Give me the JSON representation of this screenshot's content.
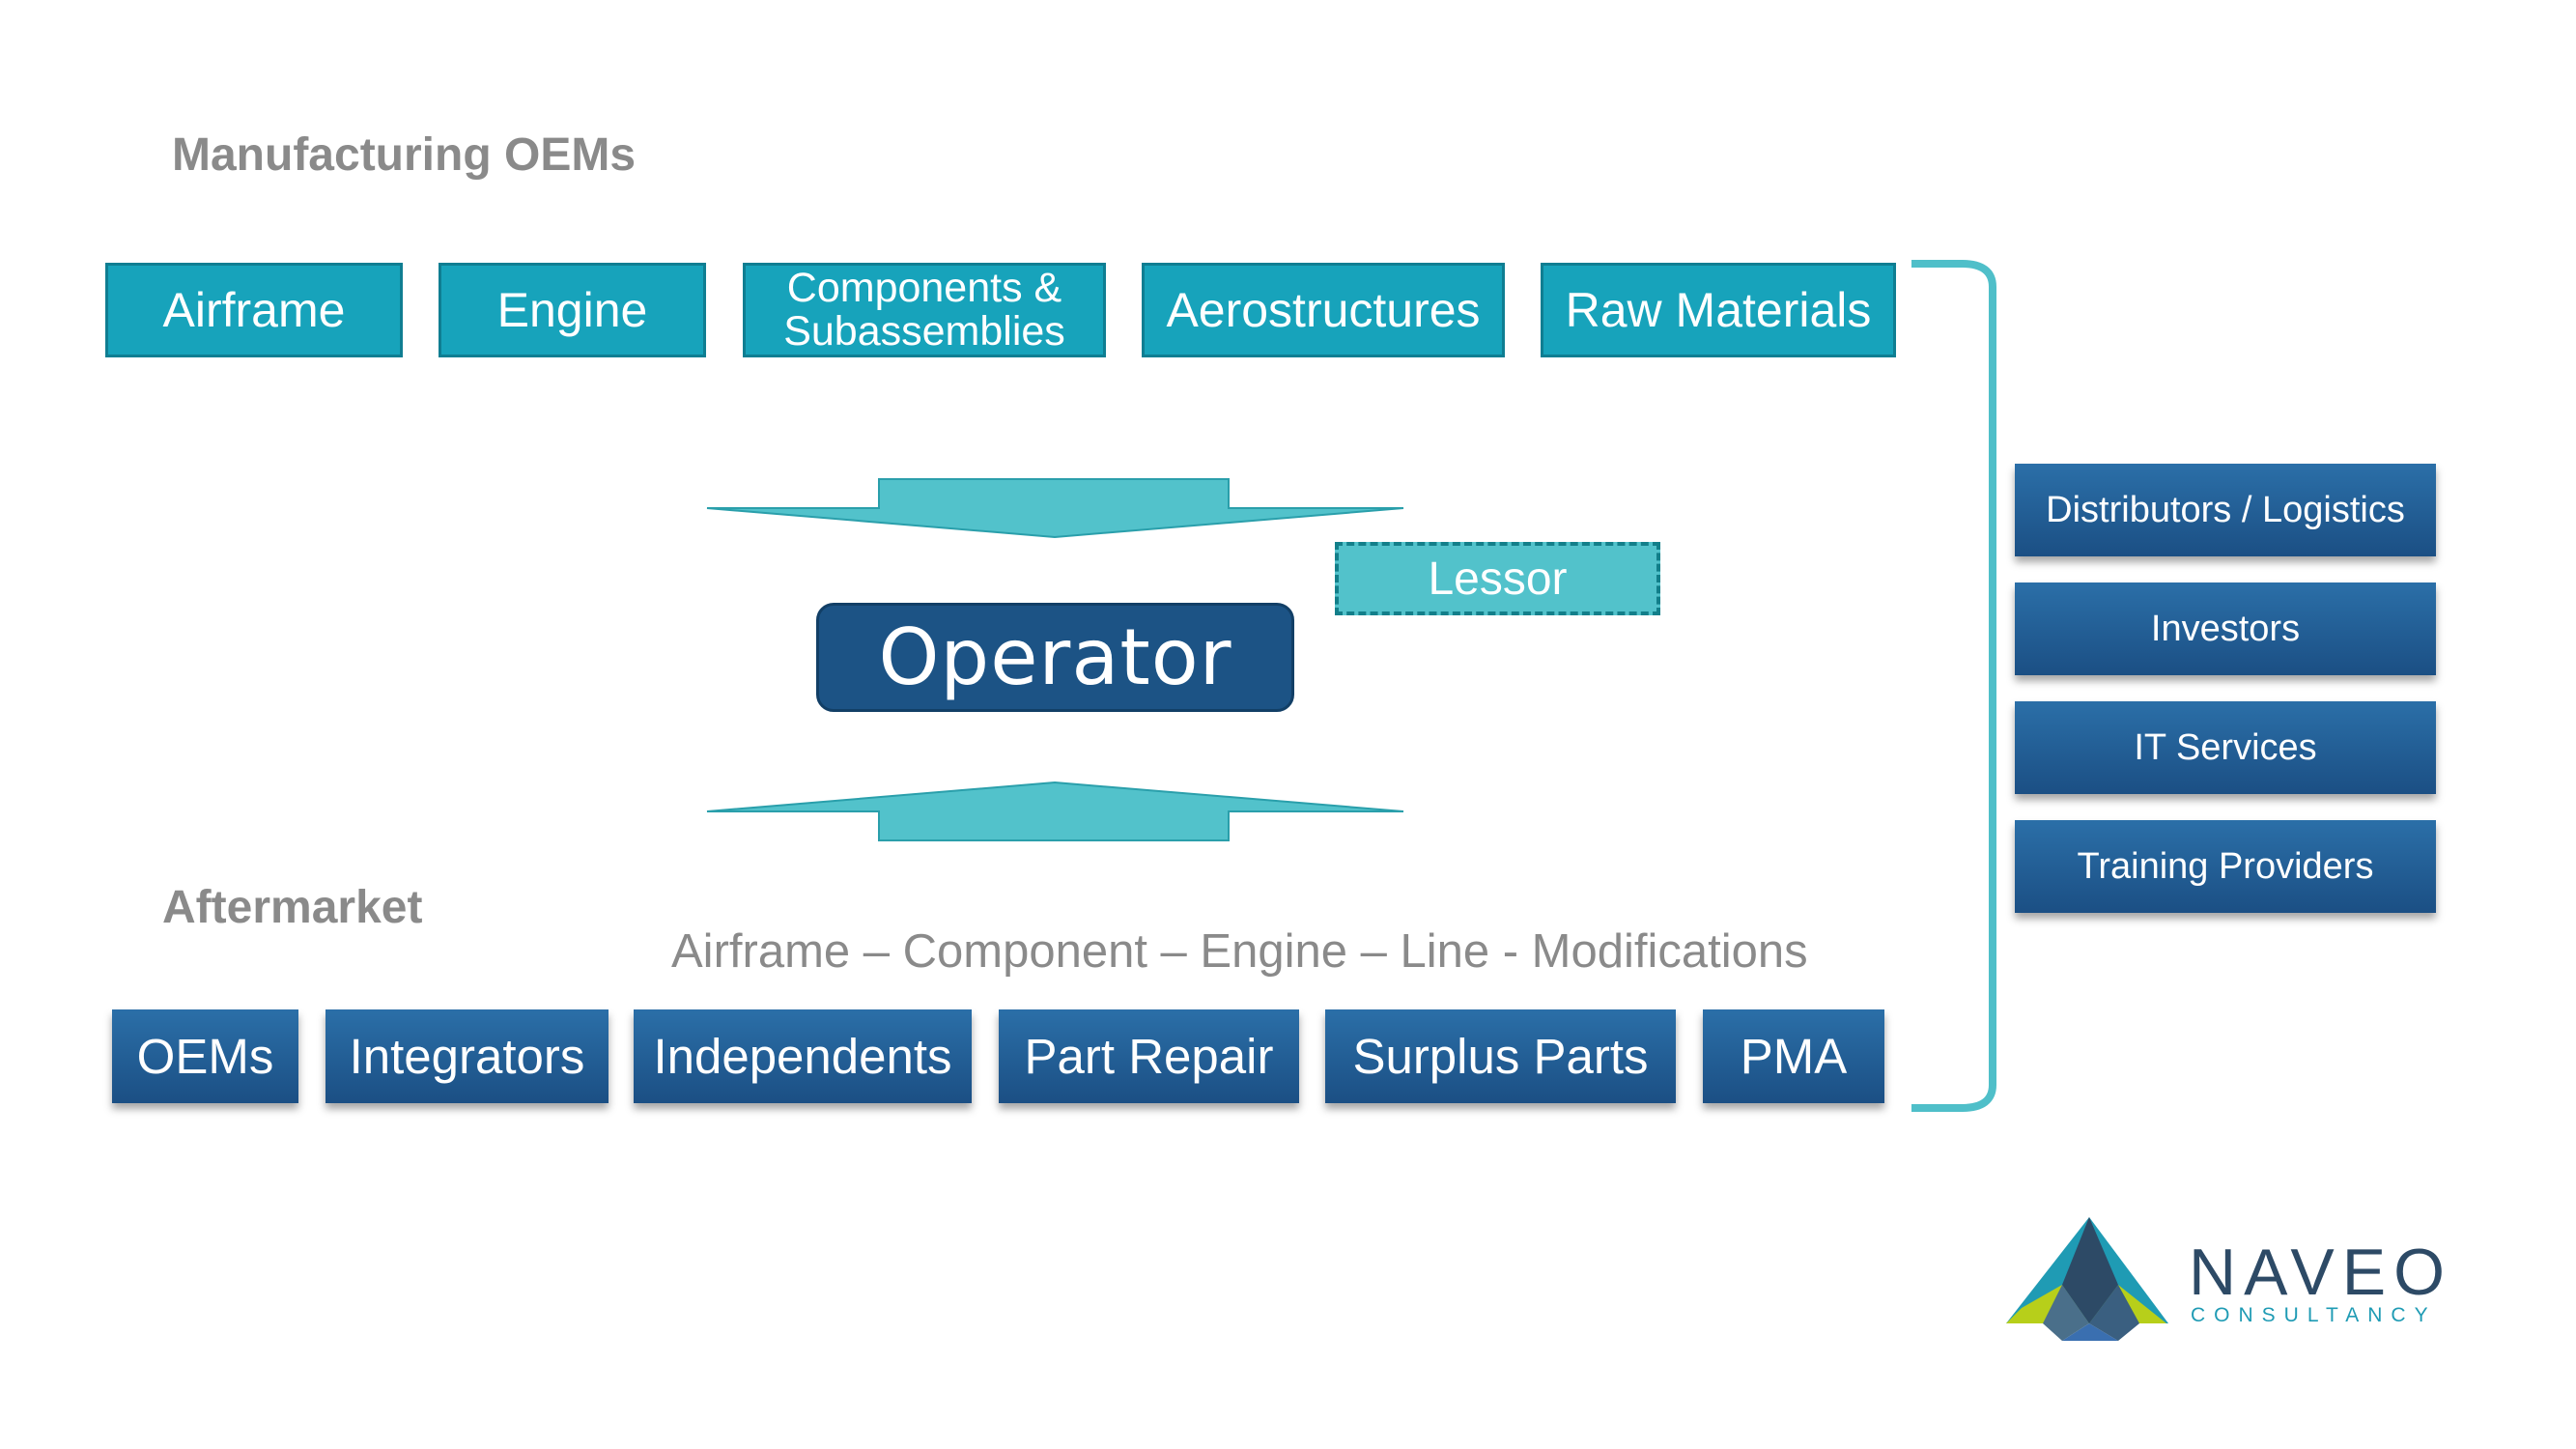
{
  "manufacturing": {
    "heading": "Manufacturing OEMs",
    "boxes": [
      "Airframe",
      "Engine",
      "Components & Subassemblies",
      "Aerostructures",
      "Raw Materials"
    ]
  },
  "center": {
    "operator": "Operator",
    "lessor": "Lessor"
  },
  "aftermarket": {
    "heading": "Aftermarket",
    "subtitle": "Airframe – Component – Engine – Line - Modifications",
    "boxes": [
      "OEMs",
      "Integrators",
      "Independents",
      "Part Repair",
      "Surplus Parts",
      "PMA"
    ]
  },
  "side_services": [
    "Distributors / Logistics",
    "Investors",
    "IT Services",
    "Training Providers"
  ],
  "logo": {
    "name": "NAVEO",
    "tagline": "CONSULTANCY"
  },
  "colors": {
    "teal": "#17a3bb",
    "light_teal": "#52c2cb",
    "navy": "#1c5385",
    "heading_grey": "#8a8a8a",
    "bracket": "#4fbfc9"
  }
}
